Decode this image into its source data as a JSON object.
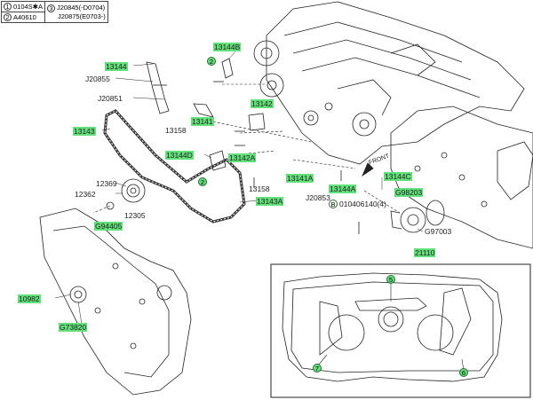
{
  "legend": {
    "r1c1_num": "1",
    "r1c1_text": "0104S✱A",
    "r2c1_num": "2",
    "r2c1_text": "A40610",
    "r3_num": "3",
    "r3_line1": "J20845(-D0704)",
    "r3_line2": "J20875(E0703-)"
  },
  "labels": {
    "p13144": "13144",
    "p13144b": "13144B",
    "p20855": "J20855",
    "p20851": "J20851",
    "p13141": "13141",
    "p13142": "13142",
    "p13158a": "13158",
    "p13143": "13143",
    "p13144d": "13144D",
    "p13142a": "13142A",
    "p12369": "12369",
    "p12362": "12362",
    "p12305": "12305",
    "p13143a": "13143A",
    "p13158b": "13158",
    "p13141a": "13141A",
    "p13144a": "13144A",
    "p20853": "J20853",
    "p13144c": "13144C",
    "p98203": "G98203",
    "p010406140": "010406140(4)",
    "pB": "B",
    "p94405": "G94405",
    "p97003": "G97003",
    "p21110": "21110",
    "p10982": "10982",
    "p73820": "G73820",
    "front": "FRONT"
  },
  "callouts": {
    "c2a": "2",
    "c2b": "2",
    "c5": "5",
    "c6": "6",
    "c7": "7"
  }
}
